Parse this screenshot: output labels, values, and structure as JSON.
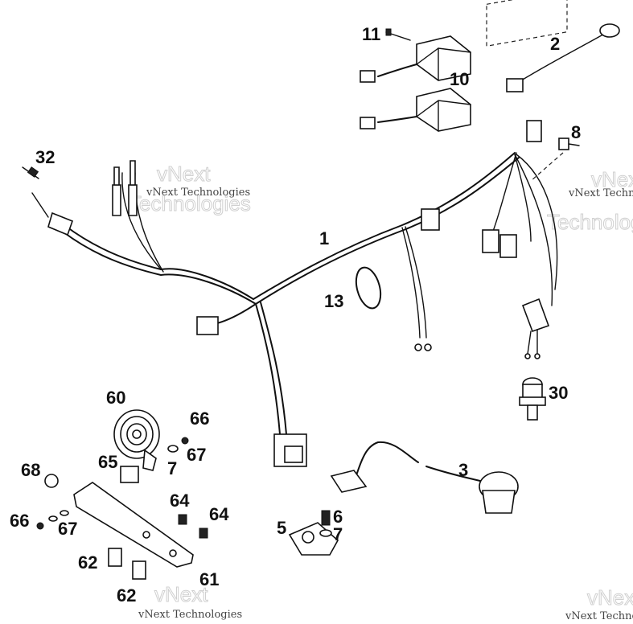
{
  "watermark": {
    "brand": "vNext Technologies",
    "big_line1": "vNext",
    "big_line2": "Technologies",
    "corner_right": "vNext Technolog",
    "bottom": "vNext Technologies"
  },
  "callouts": {
    "c1": "1",
    "c2": "2",
    "c3": "3",
    "c5": "5",
    "c6": "6",
    "c7a": "7",
    "c7b": "7",
    "c8": "8",
    "c10": "10",
    "c11": "11",
    "c13": "13",
    "c30": "30",
    "c32": "32",
    "c60": "60",
    "c61": "61",
    "c62a": "62",
    "c62b": "62",
    "c64a": "64",
    "c64b": "64",
    "c65": "65",
    "c66a": "66",
    "c66b": "66",
    "c67a": "67",
    "c67b": "67",
    "c68": "68"
  }
}
